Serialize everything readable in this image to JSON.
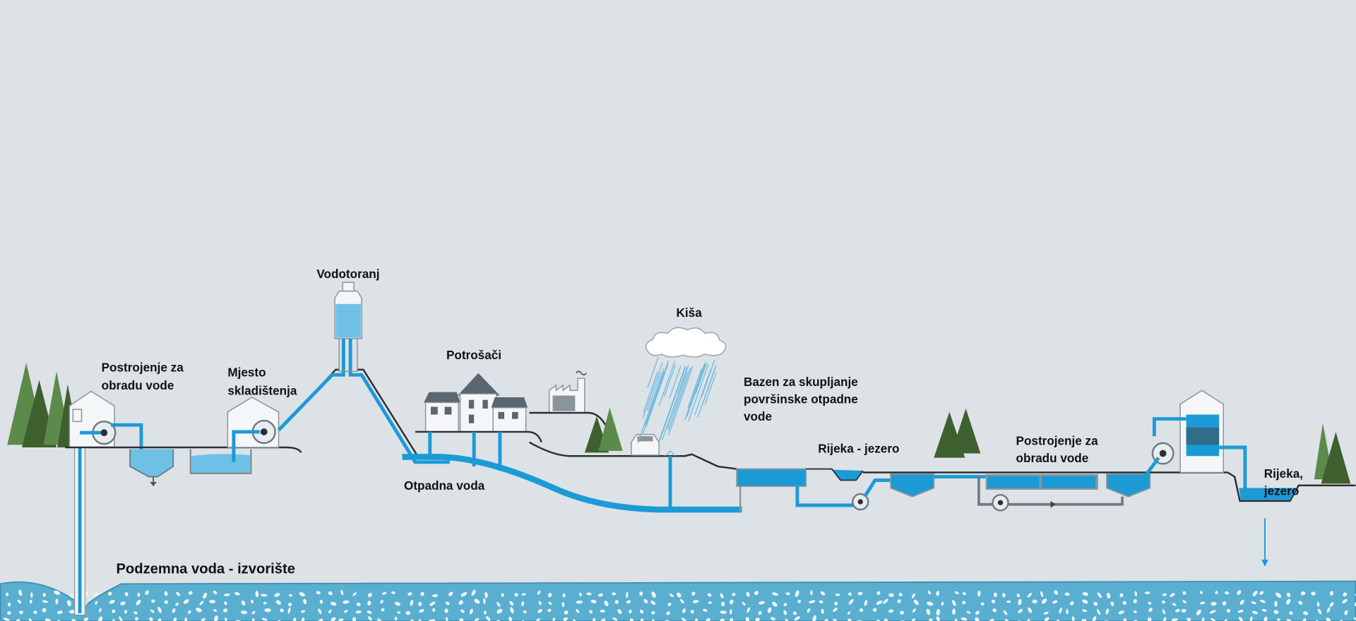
{
  "labels": {
    "treatment_plant_1": [
      "Postrojenje za",
      "obradu vode"
    ],
    "storage": [
      "Mjesto",
      "skladištenja"
    ],
    "water_tower": "Vodotoranj",
    "consumers": "Potrošači",
    "rain": "Kiša",
    "stormwater_basin": [
      "Bazen za skupljanje",
      "površinske otpadne",
      "vode"
    ],
    "river_lake_1": "Rijeka - jezero",
    "treatment_plant_2": [
      "Postrojenje za",
      "obradu vode"
    ],
    "river_lake_2": [
      "Rijeka,",
      "jezero"
    ],
    "wastewater": "Otpadna voda",
    "groundwater": "Podzemna voda - izvorište"
  },
  "colors": {
    "background": "#dce2e6",
    "water": "#1c9ad6",
    "aquifer": "#5aaed0",
    "ground_line": "#2b2f33"
  }
}
